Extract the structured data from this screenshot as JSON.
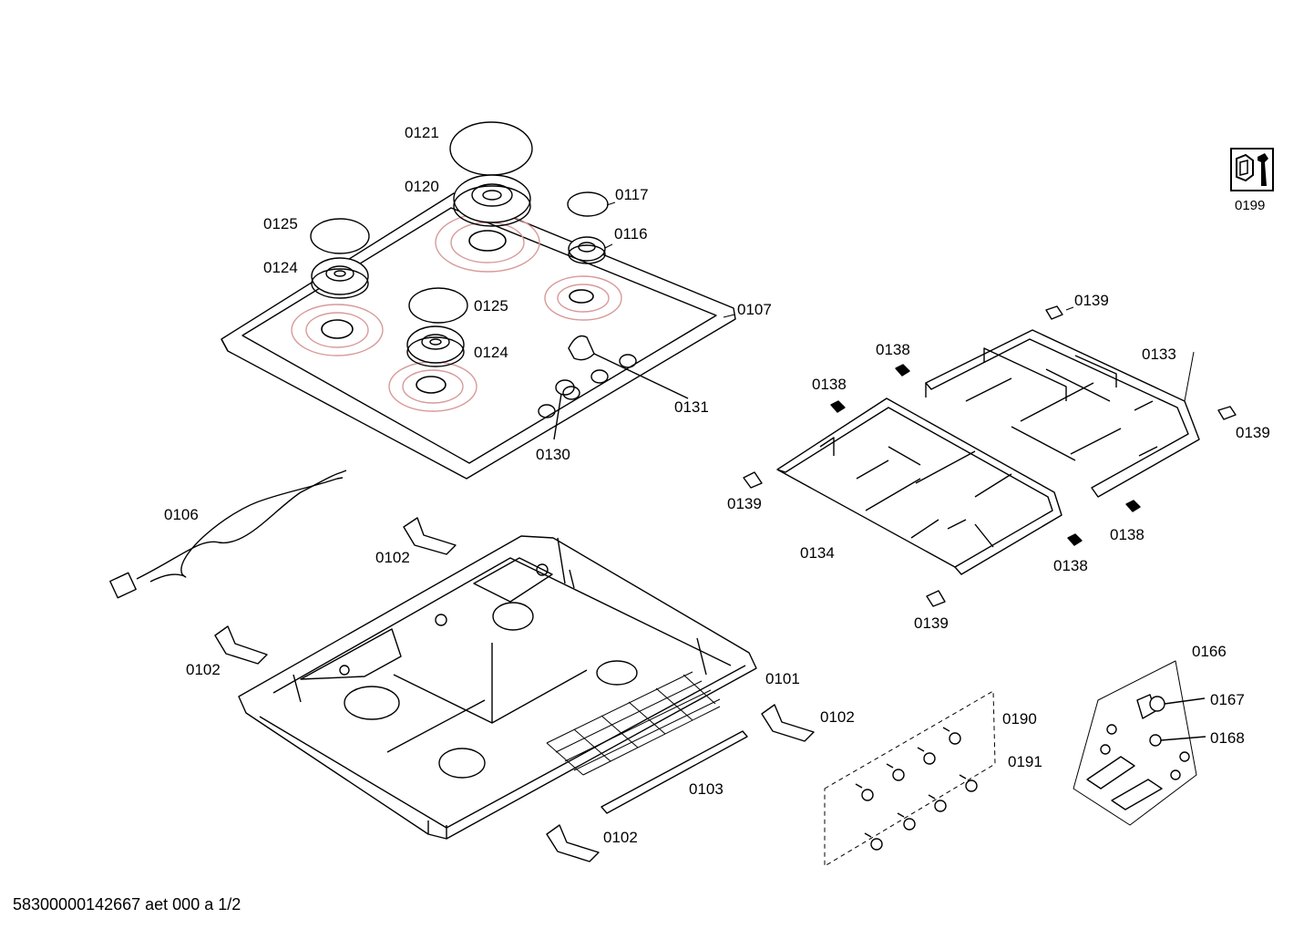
{
  "labels": {
    "p0121": "0121",
    "p0120": "0120",
    "p0117": "0117",
    "p0116": "0116",
    "p0125a": "0125",
    "p0124a": "0124",
    "p0125b": "0125",
    "p0124b": "0124",
    "p0107": "0107",
    "p0131": "0131",
    "p0130": "0130",
    "p0106": "0106",
    "p0102a": "0102",
    "p0102b": "0102",
    "p0102c": "0102",
    "p0102d": "0102",
    "p0101": "0101",
    "p0103": "0103",
    "p0139a": "0139",
    "p0139b": "0139",
    "p0139c": "0139",
    "p0139d": "0139",
    "p0138a": "0138",
    "p0138b": "0138",
    "p0138c": "0138",
    "p0138d": "0138",
    "p0133": "0133",
    "p0134": "0134",
    "p0166": "0166",
    "p0167": "0167",
    "p0168": "0168",
    "p0190": "0190",
    "p0191": "0191",
    "p0199": "0199"
  },
  "footer": "58300000142667 aet 000 a 1/2",
  "icons": {
    "service_kit": "tool-kit-icon"
  },
  "colors": {
    "line": "#000000",
    "burner_ring": "#e0a0a0",
    "background": "#ffffff"
  }
}
